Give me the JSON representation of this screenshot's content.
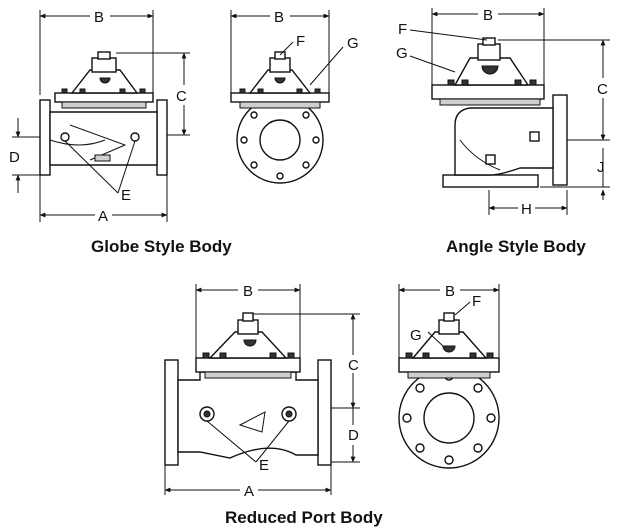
{
  "captions": {
    "globe": "Globe Style Body",
    "angle": "Angle Style Body",
    "reduced": "Reduced Port Body"
  },
  "labels": {
    "A": "A",
    "B": "B",
    "C": "C",
    "D": "D",
    "E": "E",
    "F": "F",
    "G": "G",
    "H": "H",
    "J": "J"
  }
}
